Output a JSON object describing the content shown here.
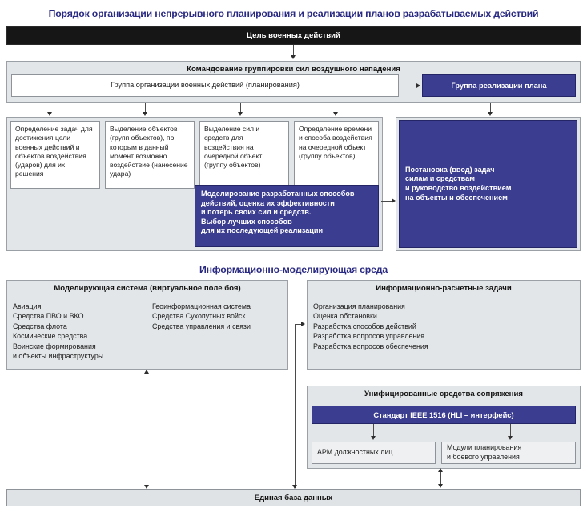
{
  "header": {
    "title": "Порядок организации непрерывного планирования и реализации планов разрабатываемых действий",
    "title_color": "#2a2a82"
  },
  "goal_bar": {
    "label": "Цель военных действий",
    "bg": "#161616"
  },
  "command": {
    "header": "Командование группировки сил воздушного нападения",
    "planning_group": "Группа организации военных действий (планирования)",
    "execution_group": "Группа реализации плана",
    "execution_group_color": "#3b3d91"
  },
  "planning_tasks": [
    {
      "id": "task-1",
      "text": "Определение задач\nдля достижения цели\nвоенных действий\nи объектов\nвоздействия (ударов)\nдля их решения"
    },
    {
      "id": "task-2",
      "text": "Выделение объектов\n(групп объектов),\nпо которым в данный\nмомент возможно\nвоздействие\n(нанесение удара)"
    },
    {
      "id": "task-3",
      "text": "Выделение сил\nи средств\nдля воздействия\nна очередной объект\n(группу объектов)"
    },
    {
      "id": "task-4",
      "text": "Определение\nвремени и способа\nвоздействия\nна очередной объект\n(группу объектов)"
    }
  ],
  "modeling_block": {
    "text": "Моделирование разработанных способов\nдействий, оценка их эффективности\nи потерь своих сил и средств.\nВыбор лучших способов\nдля их последующей реализации",
    "bg": "#3b3d91"
  },
  "execution_block": {
    "text": "Постановка (ввод) задач\nсилам и средствам\nи руководство воздействием\nна объекты и обеспечением",
    "bg": "#3b3d91"
  },
  "env": {
    "title": "Информационно-моделирующая среда",
    "title_color": "#2a2a82"
  },
  "modeling_system": {
    "header": "Моделирующая система (виртуальное поле боя)",
    "column_left": "Авиация\nСредства ПВО и ВКО\nСредства флота\nКосмические средства\nВоинские формирования\nи объекты инфраструктуры",
    "column_right": "Геоинформационная система\nСредства Сухопутных войск\nСредства управления и связи"
  },
  "calc_tasks": {
    "header": "Информационно-расчетные задачи",
    "items": "Организация планирования\nОценка обстановки\nРазработка способов действий\nРазработка вопросов управления\nРазработка вопросов обеспечения"
  },
  "interface": {
    "header": "Унифицированные средства сопряжения",
    "standard": "Стандарт IEEE 1516 (HLI – интерфейс)",
    "standard_bg": "#3b3d91",
    "left_module": "АРМ должностных лиц",
    "right_module": "Модули планирования\nи боевого управления"
  },
  "database": {
    "label": "Единая база данных"
  }
}
